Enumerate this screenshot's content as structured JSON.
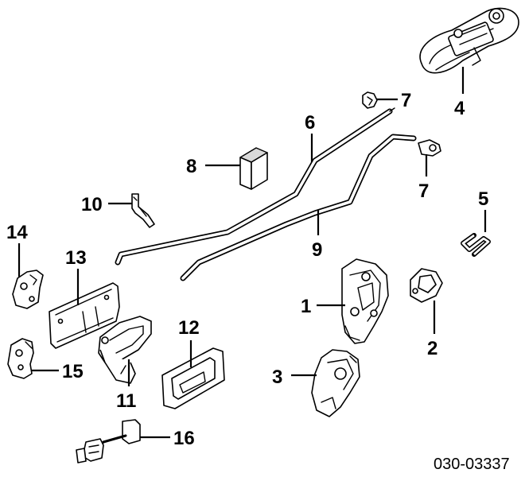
{
  "callouts": {
    "c1": "1",
    "c2": "2",
    "c3": "3",
    "c4": "4",
    "c5": "5",
    "c6": "6",
    "c7a": "7",
    "c7b": "7",
    "c8": "8",
    "c9": "9",
    "c10": "10",
    "c11": "11",
    "c12": "12",
    "c13": "13",
    "c14": "14",
    "c15": "15",
    "c16": "16"
  },
  "diagram_code": "030-03337"
}
